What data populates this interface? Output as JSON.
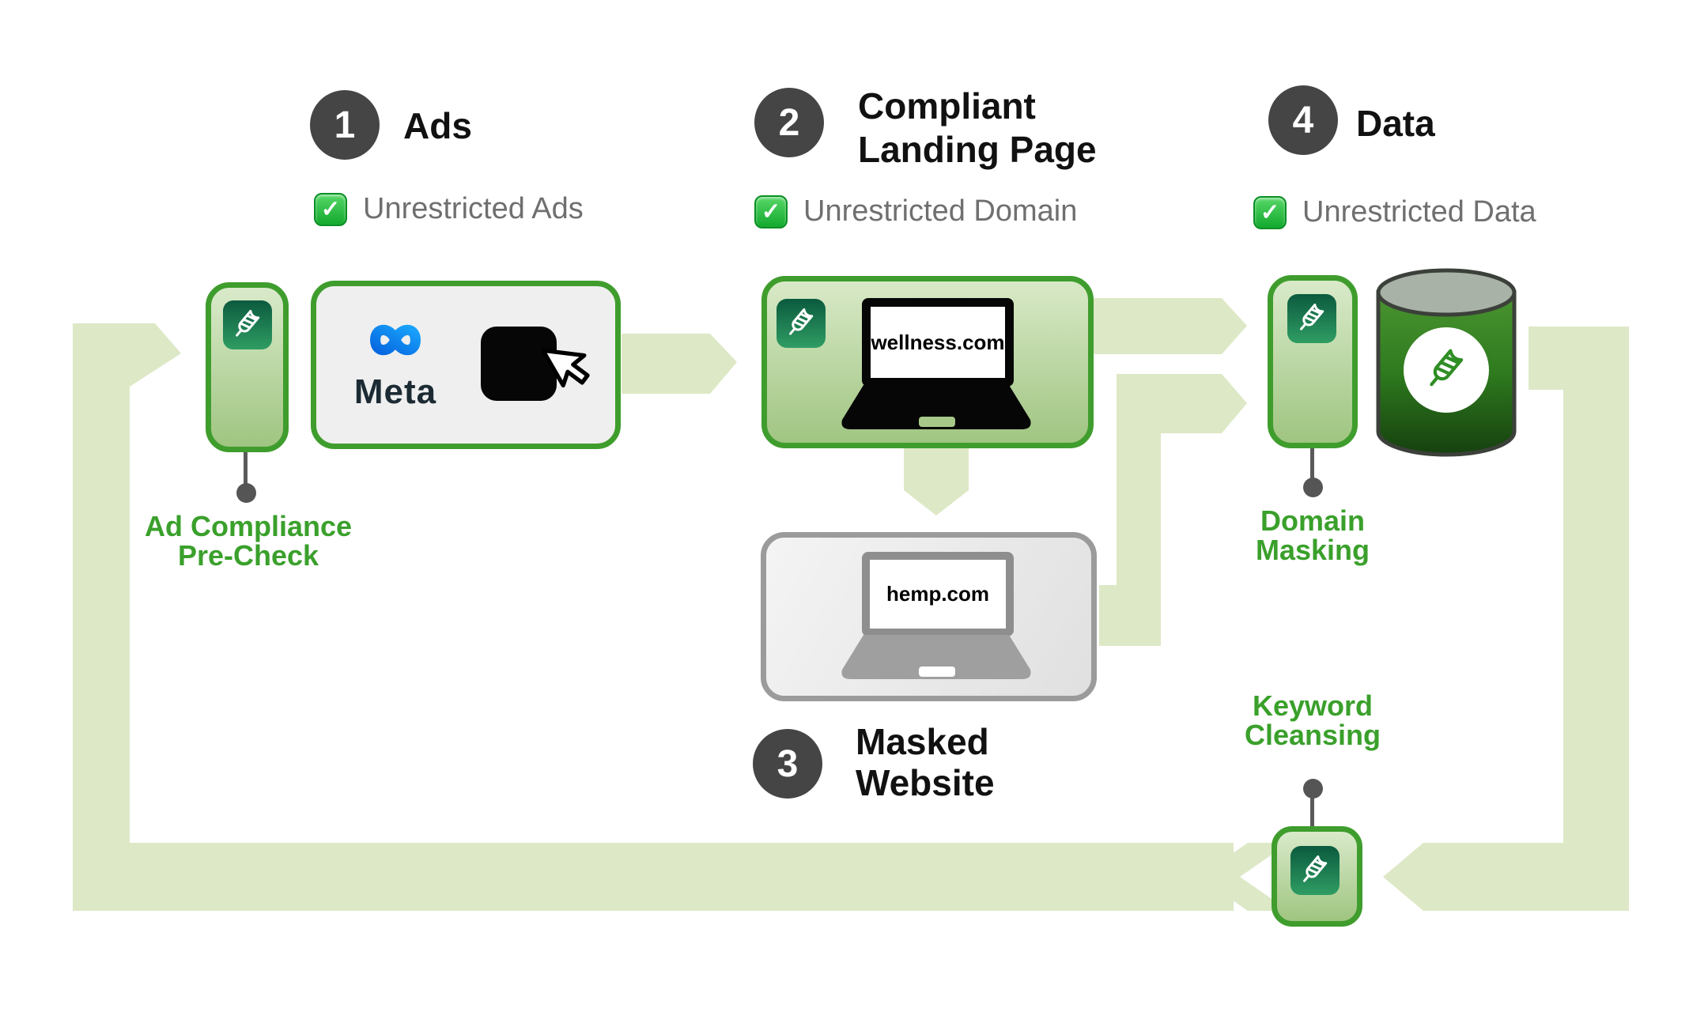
{
  "steps": {
    "step1": {
      "number": "1",
      "title": "Ads",
      "check_label": "Unrestricted Ads"
    },
    "step2": {
      "number": "2",
      "title_line1": "Compliant",
      "title_line2": "Landing Page",
      "check_label": "Unrestricted Domain"
    },
    "step3": {
      "number": "3",
      "title_line1": "Masked",
      "title_line2": "Website"
    },
    "step4": {
      "number": "4",
      "title": "Data",
      "check_label": "Unrestricted Data"
    }
  },
  "check_glyph": "✓",
  "platform": {
    "wordmark": "Meta"
  },
  "sites": {
    "compliant_domain": "wellness.com",
    "masked_domain": "hemp.com"
  },
  "process_labels": {
    "ad_precheck_line1": "Ad Compliance",
    "ad_precheck_line2": "Pre-Check",
    "domain_masking_line1": "Domain",
    "domain_masking_line2": "Masking",
    "keyword_cleansing_line1": "Keyword",
    "keyword_cleansing_line2": "Cleansing"
  },
  "icons": {
    "brand_icon": "striped-popsicle-logo",
    "platform_icon": "meta-infinity-logo",
    "ad_click_icon": "cursor-click",
    "landing_page_icon": "laptop",
    "masked_site_icon": "laptop",
    "data_store_icon": "database-cylinder",
    "check_icon": "green-check"
  },
  "colors": {
    "flow_band": "#dde8c6",
    "card_border_green": "#3f9d2d",
    "badge_fill_top": "#d9eaca",
    "badge_fill_bottom": "#9fc581",
    "chip_fill_top": "#0b5a3e",
    "chip_fill_bottom": "#2f9d63",
    "label_green": "#3aa02b",
    "step_circle": "#454545",
    "check_green": "#12a92e",
    "muted_text": "#6f6f6f",
    "meta_blue": "#0a7cff",
    "database_green": "#2e7a1e",
    "masked_gray": "#9b9b9b"
  }
}
